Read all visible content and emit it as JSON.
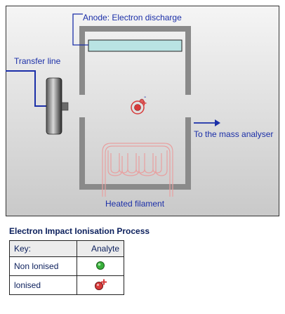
{
  "diagram": {
    "labels": {
      "anode": "Anode: Electron discharge",
      "transfer_line": "Transfer line",
      "mass_analyser": "To the mass analyser",
      "heated_filament": "Heated filament"
    },
    "ion_signs": {
      "electron": "-",
      "positive": "+"
    }
  },
  "caption": "Electron Impact Ionisation Process",
  "key": {
    "header_left": "Key:",
    "header_right": "Analyte",
    "rows": [
      {
        "label": "Non lonised",
        "symbol": "green-dot-icon"
      },
      {
        "label": "lonised",
        "symbol": "red-ion-icon"
      }
    ]
  },
  "colors": {
    "label_blue": "#1b2fa8",
    "chamber_gray": "#8a8a8a",
    "anode_fill": "#b9e3e3",
    "filament_red": "#e8a0a0",
    "ion_red": "#d83a3a",
    "neutral_green": "#38b03a"
  }
}
